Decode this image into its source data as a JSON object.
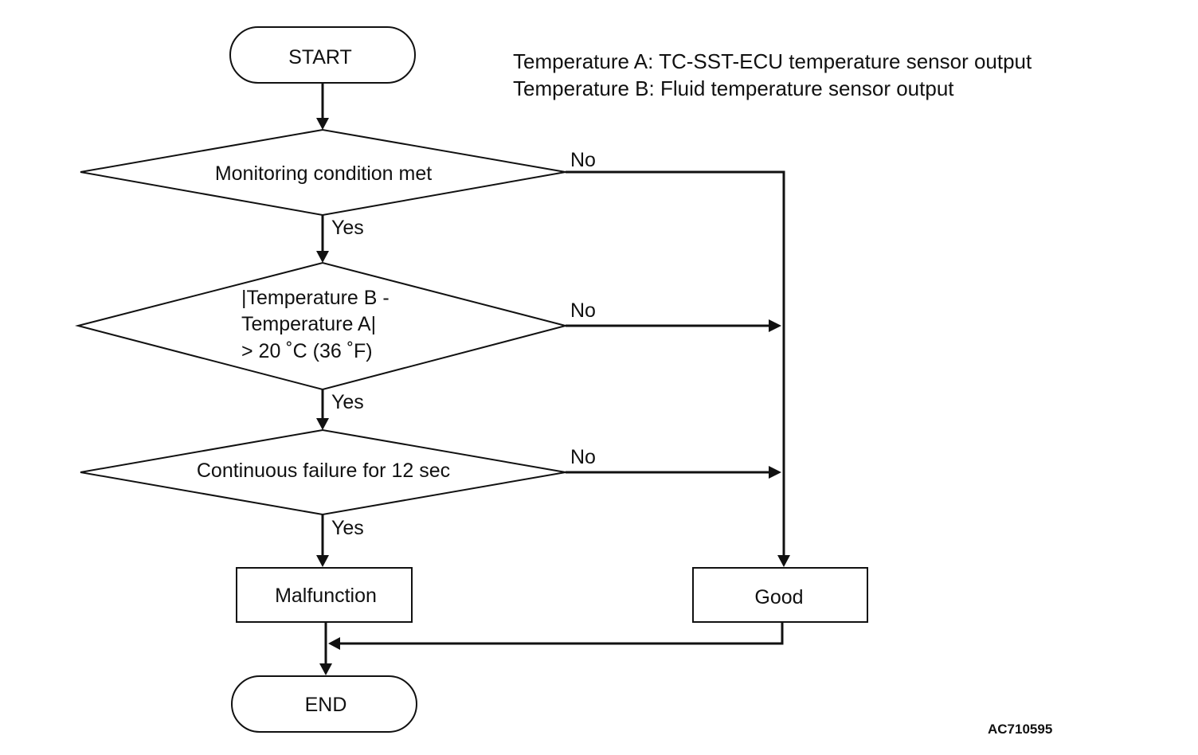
{
  "legend": {
    "line_a": "Temperature A: TC-SST-ECU temperature sensor output",
    "line_b": "Temperature B: Fluid temperature sensor output"
  },
  "nodes": {
    "start": "START",
    "decision_1": "Monitoring condition met",
    "decision_2": {
      "line1": "|Temperature B -",
      "line2": "Temperature A|",
      "line3": "> 20 ˚C (36 ˚F)"
    },
    "decision_3": "Continuous failure for 12 sec",
    "malfunction": "Malfunction",
    "good": "Good",
    "end": "END"
  },
  "branches": {
    "yes": "Yes",
    "no": "No"
  },
  "figure_code": "AC710595"
}
